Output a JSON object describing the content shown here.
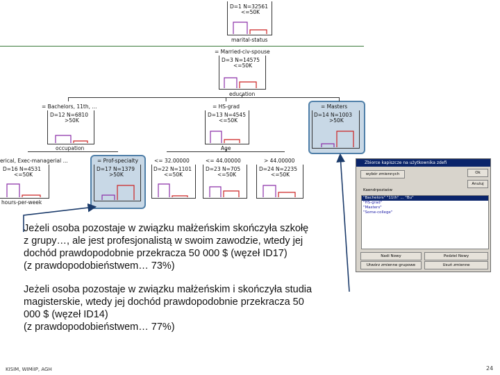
{
  "tree": {
    "root": {
      "stat": "D=1  N=32561",
      "val": "<=50K",
      "split": "marital-status"
    },
    "married": {
      "cond": "= Married-civ-spouse",
      "stat": "D=3  N=14575",
      "val": "<=50K",
      "split": "education"
    },
    "bachelors": {
      "cond": "= Bachelors, 11th, ...",
      "stat": "D=12  N=6810",
      "val": ">50K",
      "split": "occupation"
    },
    "hsgrad": {
      "cond": "= HS-grad",
      "stat": "D=13  N=4545",
      "val": "<=50K",
      "split": "Age"
    },
    "masters": {
      "cond": "= Masters",
      "stat": "D=14  N=1003",
      "val": ">50K"
    },
    "clerical": {
      "cond": "erical, Exec-managerial ...",
      "stat": "D=16  N=4531",
      "val": "<=50K",
      "split": "hours-per-week"
    },
    "profspec": {
      "cond": "= Prof-specialty",
      "stat": "D=17  N=1379",
      "val": ">50K"
    },
    "age1": {
      "cond": "<= 32.00000",
      "stat": "D=22  N=1101",
      "val": "<=50K"
    },
    "age2": {
      "cond": "<= 44.00000",
      "stat": "D=23  N=705",
      "val": "<=50K"
    },
    "age3": {
      "cond": "> 44.00000",
      "stat": "D=24  N=2235",
      "val": "<=50K"
    }
  },
  "texts": {
    "para1": "Jeżeli osoba pozostaje w związku małżeńskim skończyła szkołę\nz grupy…, ale jest profesjonalistą w swoim zawodzie, wtedy jej\ndochód prawdopodobnie przekracza 50 000 $ (węzeł ID17)\n(z prawdopodobieństwem… 73%)",
    "para2": "Jeżeli osoba pozostaje w związku małżeńskim i skończyła studia\nmagisterskie, wtedy jej dochód prawdopodobnie przekracza 50\n000 $ (węzeł ID14)\n(z prawdopodobieństwem… 77%)"
  },
  "dialog": {
    "title": "Zbiorce kapiszcze na użytkownika zdefi",
    "select_btn": "wybór zmiennych",
    "ok": "Ok",
    "cancel": "Anuluj",
    "group_label": "Kaendrpoziaów",
    "items": [
      "\"Bachelors\" \"11th\" ... \"Bu\"",
      "\"HS-grad\"",
      "\"Masters\"",
      "\"Some-college\""
    ],
    "btn1": "Nadi Nowy",
    "btn2": "Podziel Nowy",
    "btn3": "Utwórz zmienne grupowe",
    "btn4": "Usuń zmienne"
  },
  "footer": {
    "left": "KISIM, WIMiIP, AGH",
    "page": "24"
  },
  "colors": {
    "purple": "#8b2fa8",
    "red": "#cc2222",
    "highlight_border": "#4f7fa8",
    "highlight_fill": "#c8d8e6"
  }
}
